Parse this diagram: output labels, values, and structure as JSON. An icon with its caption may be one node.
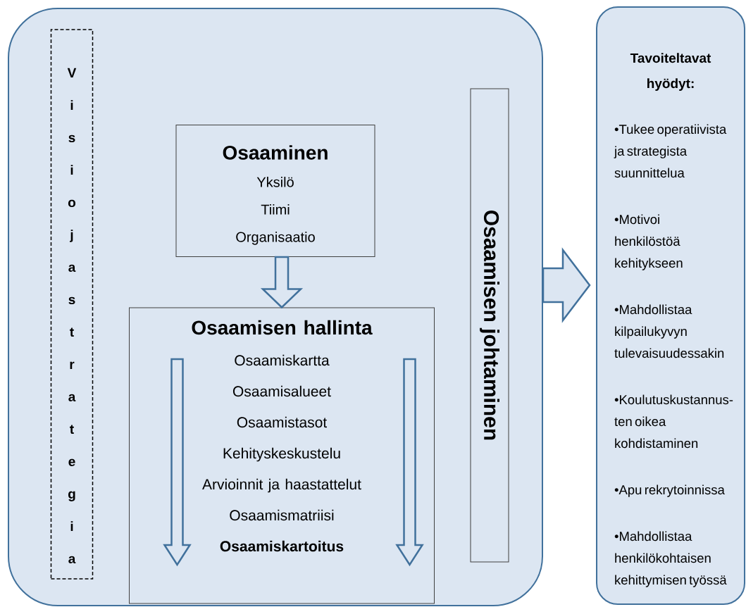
{
  "diagram": {
    "nodes": [
      {
        "text": [],
        "shape": "box"
      },
      {
        "text": [
          "Visio ja strategia"
        ],
        "in": 0
      },
      {
        "text": [
          "Osaaminen",
          "Yksilö",
          "Tiimi",
          "Organisaatio"
        ],
        "in": 0
      },
      {
        "text": [
          "Osaamisen hallinta",
          "Osaamiskartta",
          "Osaamisalueet",
          "Osaamistasot",
          "Kehityskeskustelu",
          "Arvioinnit ja haastattelut",
          "Osaamismatriisi",
          "Osaamiskartoitus"
        ],
        "in": 0
      },
      {
        "text": [
          "Osaamisen johtaminen"
        ],
        "in": 0
      },
      {
        "text": [
          "Tavoiteltavat hyödyt:",
          "•Tukee operatiivista ja strategista suunnittelua",
          "•Motivoi henkilöstöä kehitykseen",
          "•Mahdollistaa kilpailukyvyn tulevaisuudessakin",
          "•Koulutuskustannus-ten oikea kohdistaminen",
          "•Apu rekrytoinnissa",
          "•Mahdollistaa henkilökohtaisen kehittymisen työssä"
        ]
      }
    ],
    "edges": [
      {
        "from": 2,
        "to": 3,
        "arrow": "to"
      },
      {
        "from": 0,
        "to": 5,
        "arrow": "to"
      }
    ]
  }
}
